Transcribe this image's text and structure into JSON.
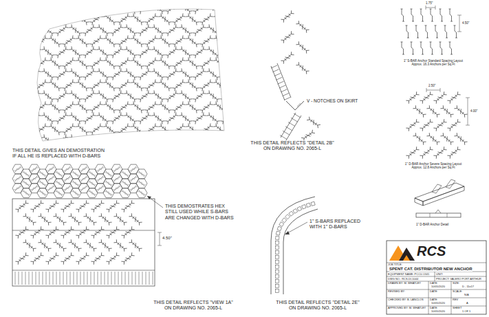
{
  "diagram": {
    "labels": [
      "THIS DETAIL GIVES AN DEMOSTRATION IF ALL HE IS REPLACED WITH D-BARS",
      "V - NOTCHES ON SKIRT",
      "THIS DETAIL REFLECTS \"DETAIL 2B\" ON DRAWING NO. 2065-L",
      "1.75\"",
      "4.50\"",
      "1\" S-BAR Anchor Standard Spacing Layout Approx. 16.3 Anchors per Sq Ft",
      "2.50\"",
      "4.00\"",
      "1\" D-BAR Anchor Severe Spacing Layout Approx. 12.8 Anchors per Sq Ft",
      "1\" D-BAR Anchor Detail",
      "THIS DEMOSTRATES HEX STILL USED WHILE S-BARS ARE CHANGED WITH D-BARS",
      "4.50\"",
      "1\" S-BARS REPLACED WITH 1\" D-BARS",
      "THIS DETAIL REFLECTS \"VIEW 1A\" ON DRAWING NO. 2065-L",
      "THIS DETAIL REFLECTS \"DETAIL 2E\" ON DRAWING NO. 2065-L",
      "RCS",
      "JOB TITLE:",
      "SPENT CAT. DISTRIBUTOR NEW ANCHOR",
      "EQUIPMENT NAME: PCCU-1341",
      "UNIT:",
      "DWG NO.: RCS-DI-1044",
      "PROJECT: VALERO PORT ARTHUR",
      "DRAWN BY: M. WHATLEY",
      "DATE:",
      "10/05/2020",
      "SIZE:",
      "D - 11x17",
      "REVISED BY:",
      "DATE:",
      "SCALE:",
      "N/A",
      "CHECKED BY: B. LANCLOS",
      "DATE:",
      "10/05/2020",
      "REV",
      "A",
      "APPROVED BY: M. WHATLEY",
      "DATE:",
      "10/05/2020",
      "SHEET",
      "1 OF 1"
    ]
  }
}
